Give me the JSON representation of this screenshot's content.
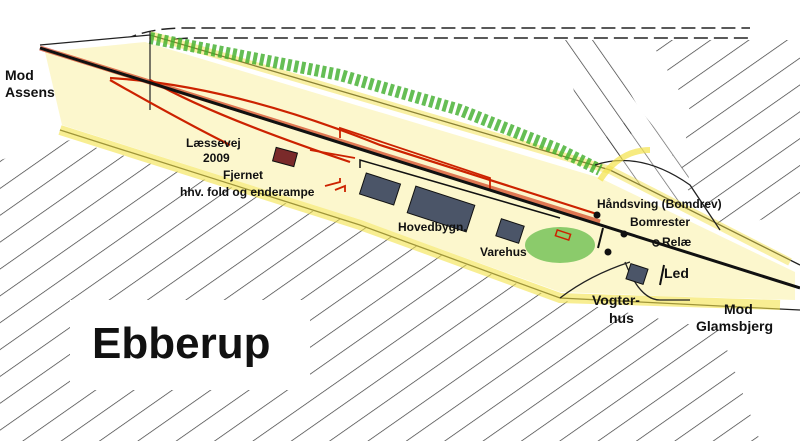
{
  "title": "Ebberup",
  "labels": {
    "mod_assens": [
      "Mod",
      "Assens"
    ],
    "laessevej": [
      "Læssevej",
      "2009"
    ],
    "fjernet": [
      "Fjernet",
      "hhv. fold og enderampe"
    ],
    "hovedbygn": "Hovedbygn.",
    "varehus": "Varehus",
    "haandsving": "Håndsving (Bomdrev)",
    "bomrester": "Bomrester",
    "relae": "Relæ",
    "led": "Led",
    "vogterhus": [
      "Vogter-",
      "hus"
    ],
    "mod_glamsbjerg": [
      "Mod",
      "Glamsbjerg"
    ]
  },
  "colors": {
    "track_main": "#111111",
    "track_side": "#cc2200",
    "gravel": "#f3e24a",
    "vegetation": "#3fae2a",
    "building": "#4b5568",
    "hatch": "#222222",
    "outline": "#1a1a1a"
  },
  "legend_icons": {
    "building": "building-icon",
    "bell": "bell-post-icon"
  }
}
